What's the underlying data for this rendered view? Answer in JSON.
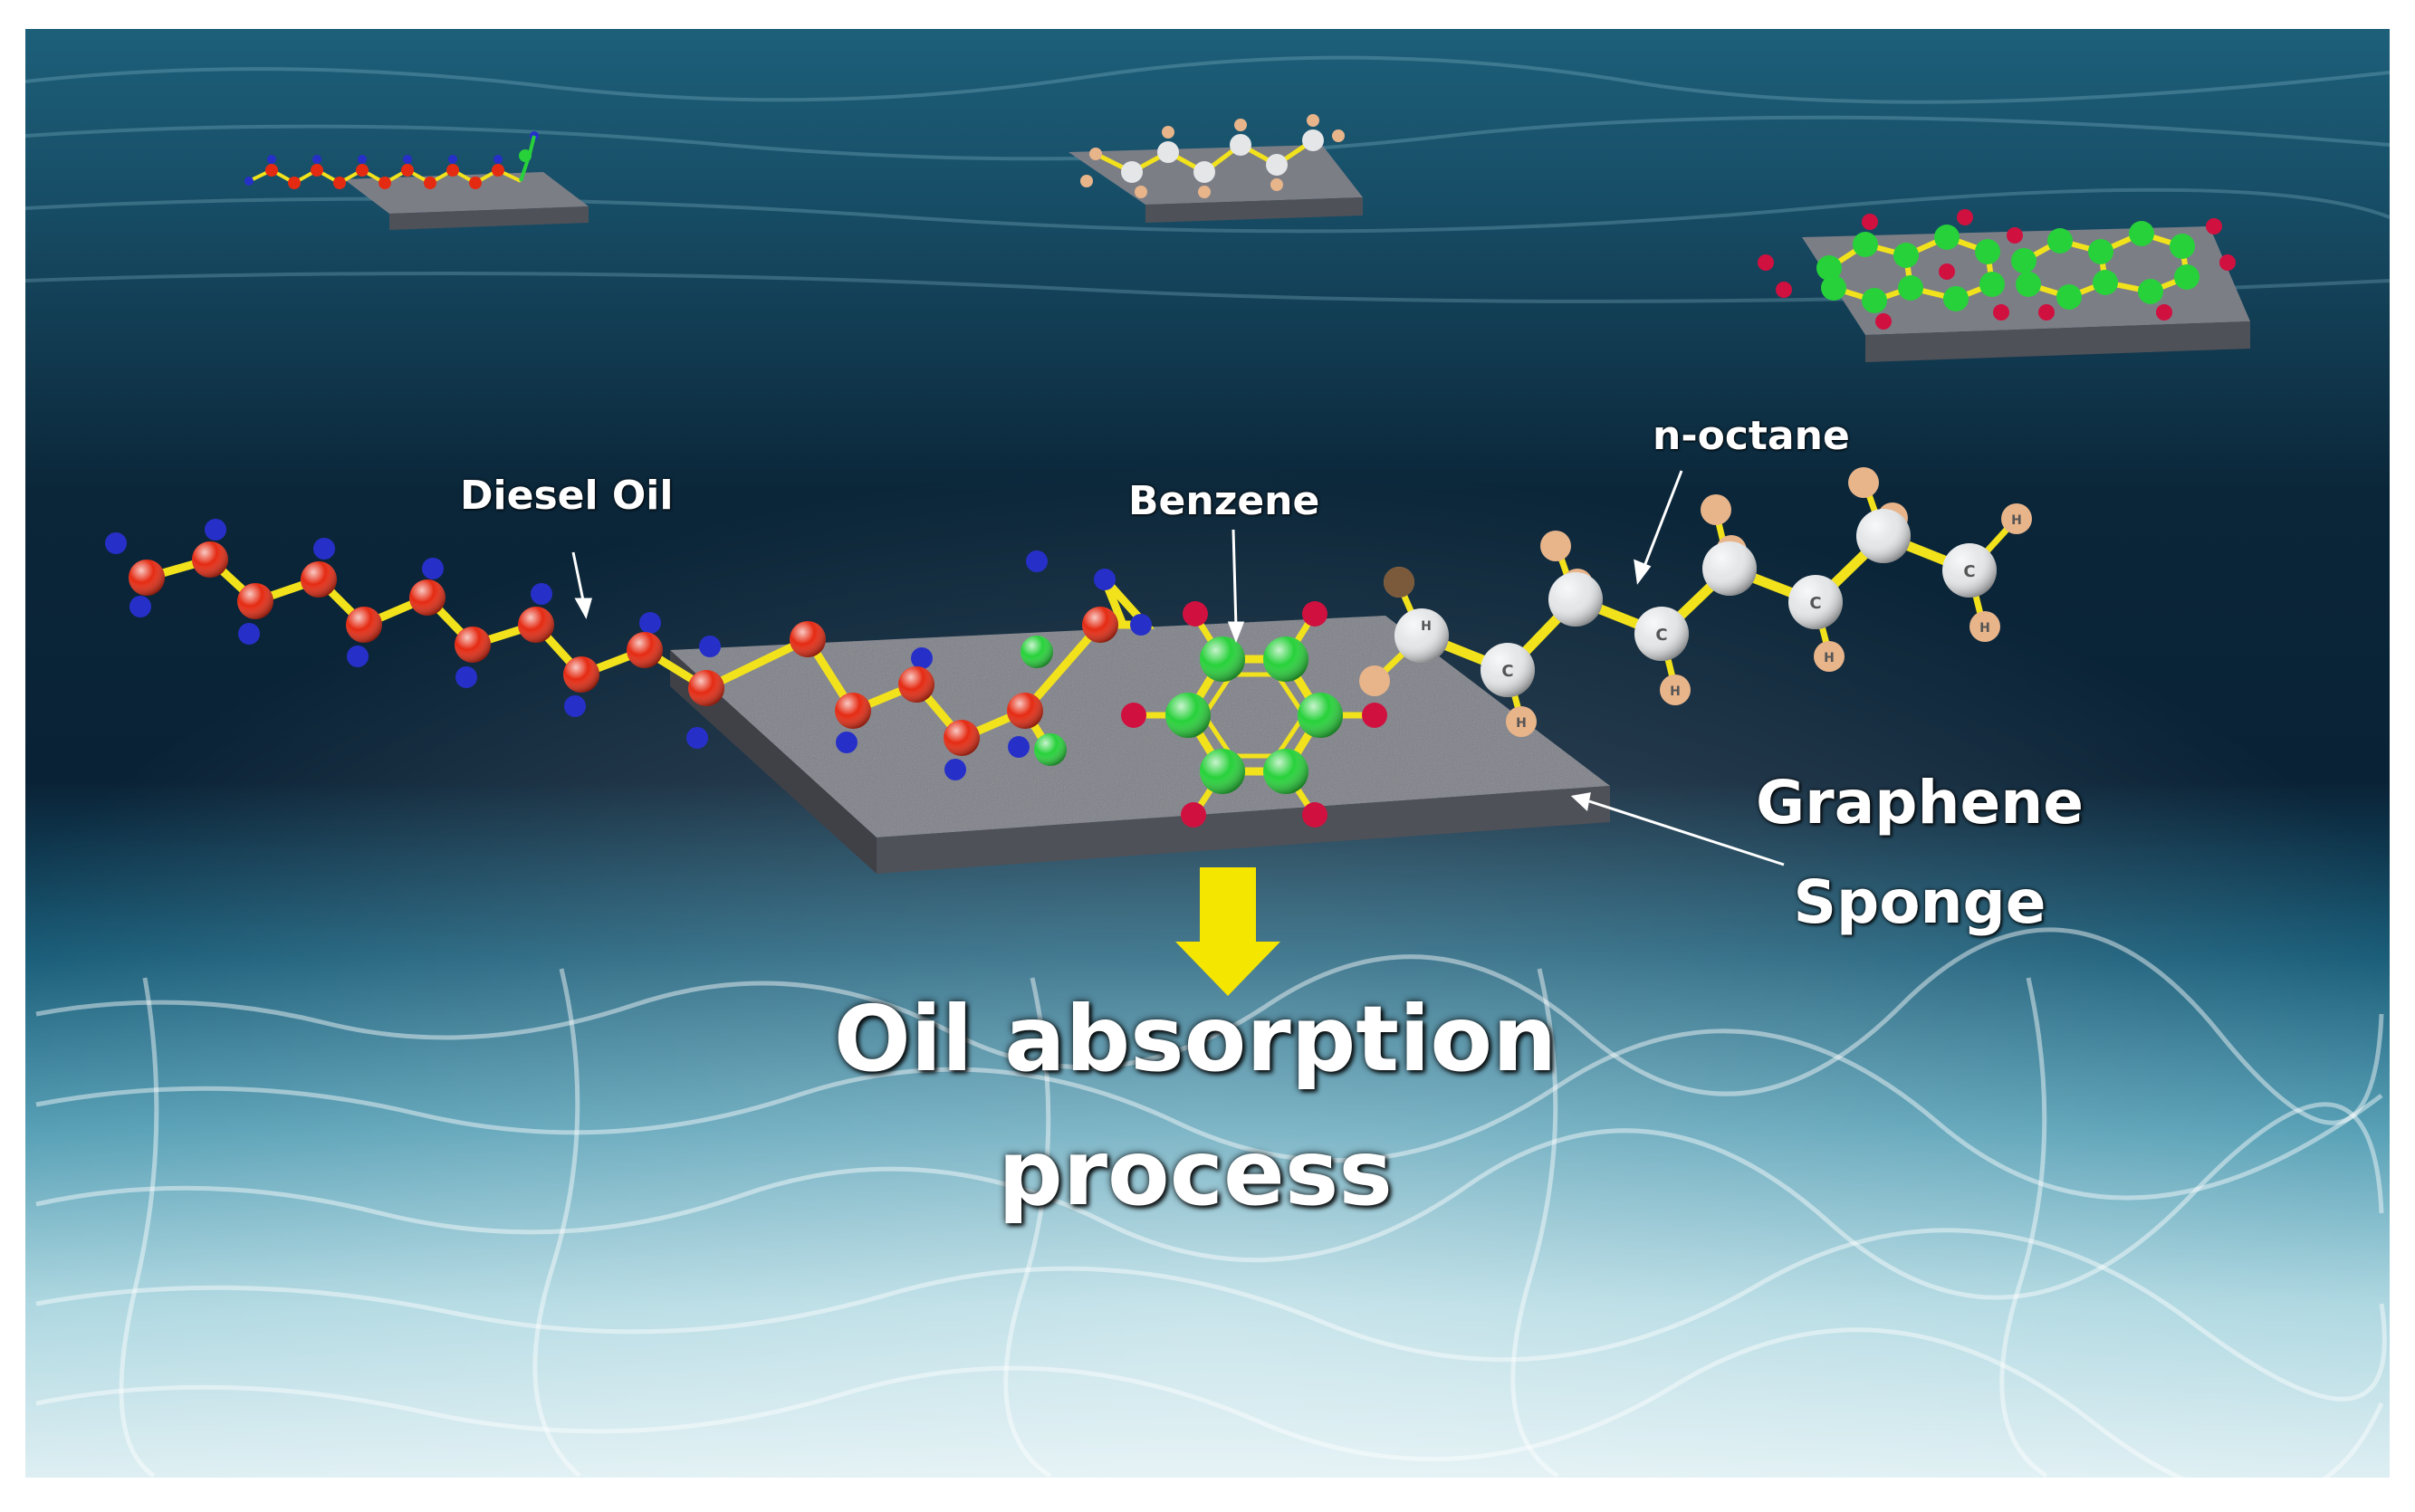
{
  "labels": {
    "diesel": "Diesel Oil",
    "benzene": "Benzene",
    "octane": "n-octane",
    "sponge_line1": "Graphene",
    "sponge_line2": "Sponge",
    "process_line1": "Oil absorption",
    "process_line2": "process"
  },
  "atom_letters": {
    "carbon": "C",
    "hydrogen": "H"
  },
  "colors": {
    "water_deep": "#0b2639",
    "water_mid": "#14536f",
    "water_light": "#7fc4d6",
    "sand": "#d9edf1",
    "sponge_top": "#7c7e86",
    "sponge_side": "#4f5158",
    "diesel_carbon": "#e52a12",
    "diesel_hydrogen": "#2630c9",
    "benzene_carbon": "#27d13a",
    "benzene_hydrogen": "#d0103f",
    "octane_carbon": "#e4e6e8",
    "octane_hydrogen": "#e8b48a",
    "bond": "#f2e21c",
    "arrow": "#f5e600"
  }
}
